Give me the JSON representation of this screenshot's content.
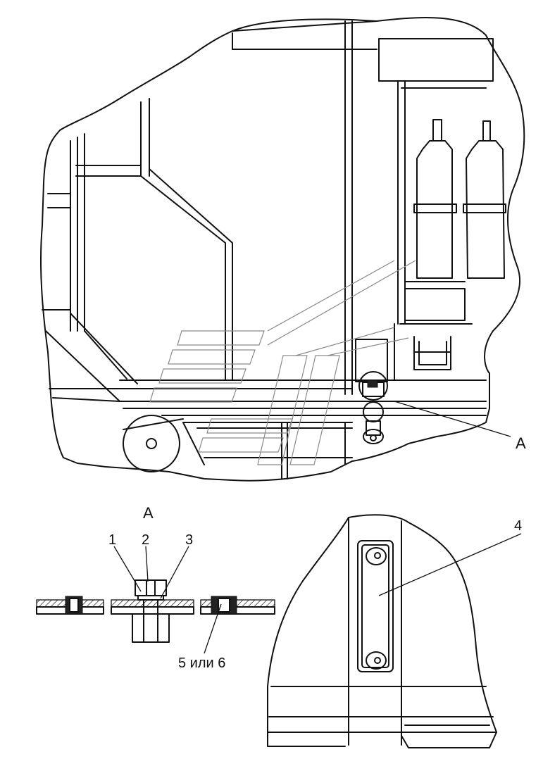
{
  "labels": {
    "callout_a": "A",
    "detail_title": "A",
    "part_1": "1",
    "part_2": "2",
    "part_3": "3",
    "part_4": "4",
    "part_5_or_6": "5 или 6"
  }
}
